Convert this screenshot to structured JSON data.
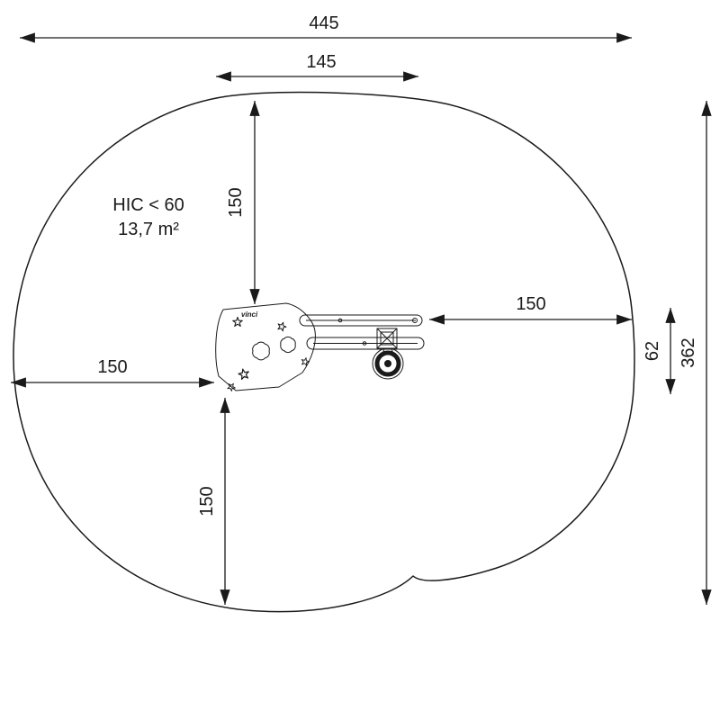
{
  "diagram": {
    "labels": {
      "hic": "HIC < 60",
      "area": "13,7 m²",
      "brand": "vinci"
    },
    "dims": {
      "total_width": "445",
      "equipment_width": "145",
      "top_clearance": "150",
      "right_clearance": "150",
      "left_clearance": "150",
      "bottom_clearance": "150",
      "wheel_offset": "62",
      "total_height": "362"
    }
  }
}
